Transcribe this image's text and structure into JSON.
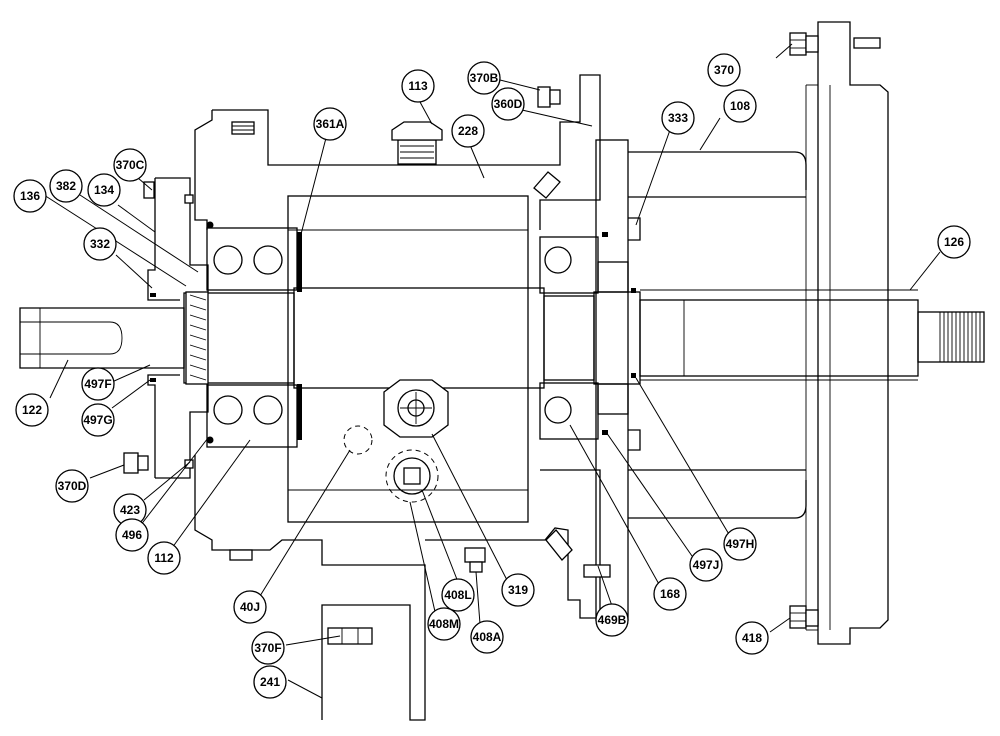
{
  "callouts": [
    {
      "id": "c370",
      "label": "370"
    },
    {
      "id": "c370b",
      "label": "370B"
    },
    {
      "id": "c113",
      "label": "113"
    },
    {
      "id": "c360d",
      "label": "360D"
    },
    {
      "id": "c108",
      "label": "108"
    },
    {
      "id": "c333",
      "label": "333"
    },
    {
      "id": "c361a",
      "label": "361A"
    },
    {
      "id": "c228",
      "label": "228"
    },
    {
      "id": "c370c",
      "label": "370C"
    },
    {
      "id": "c382",
      "label": "382"
    },
    {
      "id": "c136",
      "label": "136"
    },
    {
      "id": "c134",
      "label": "134"
    },
    {
      "id": "c332",
      "label": "332"
    },
    {
      "id": "c126",
      "label": "126"
    },
    {
      "id": "c122",
      "label": "122"
    },
    {
      "id": "c497f",
      "label": "497F"
    },
    {
      "id": "c497g",
      "label": "497G"
    },
    {
      "id": "c370d",
      "label": "370D"
    },
    {
      "id": "c423",
      "label": "423"
    },
    {
      "id": "c496",
      "label": "496"
    },
    {
      "id": "c112",
      "label": "112"
    },
    {
      "id": "c497h",
      "label": "497H"
    },
    {
      "id": "c497j",
      "label": "497J"
    },
    {
      "id": "c319",
      "label": "319"
    },
    {
      "id": "c168",
      "label": "168"
    },
    {
      "id": "c40j",
      "label": "40J"
    },
    {
      "id": "c408l",
      "label": "408L"
    },
    {
      "id": "c408m",
      "label": "408M"
    },
    {
      "id": "c408a",
      "label": "408A"
    },
    {
      "id": "c469b",
      "label": "469B"
    },
    {
      "id": "c418",
      "label": "418"
    },
    {
      "id": "c370f",
      "label": "370F"
    },
    {
      "id": "c241",
      "label": "241"
    }
  ]
}
